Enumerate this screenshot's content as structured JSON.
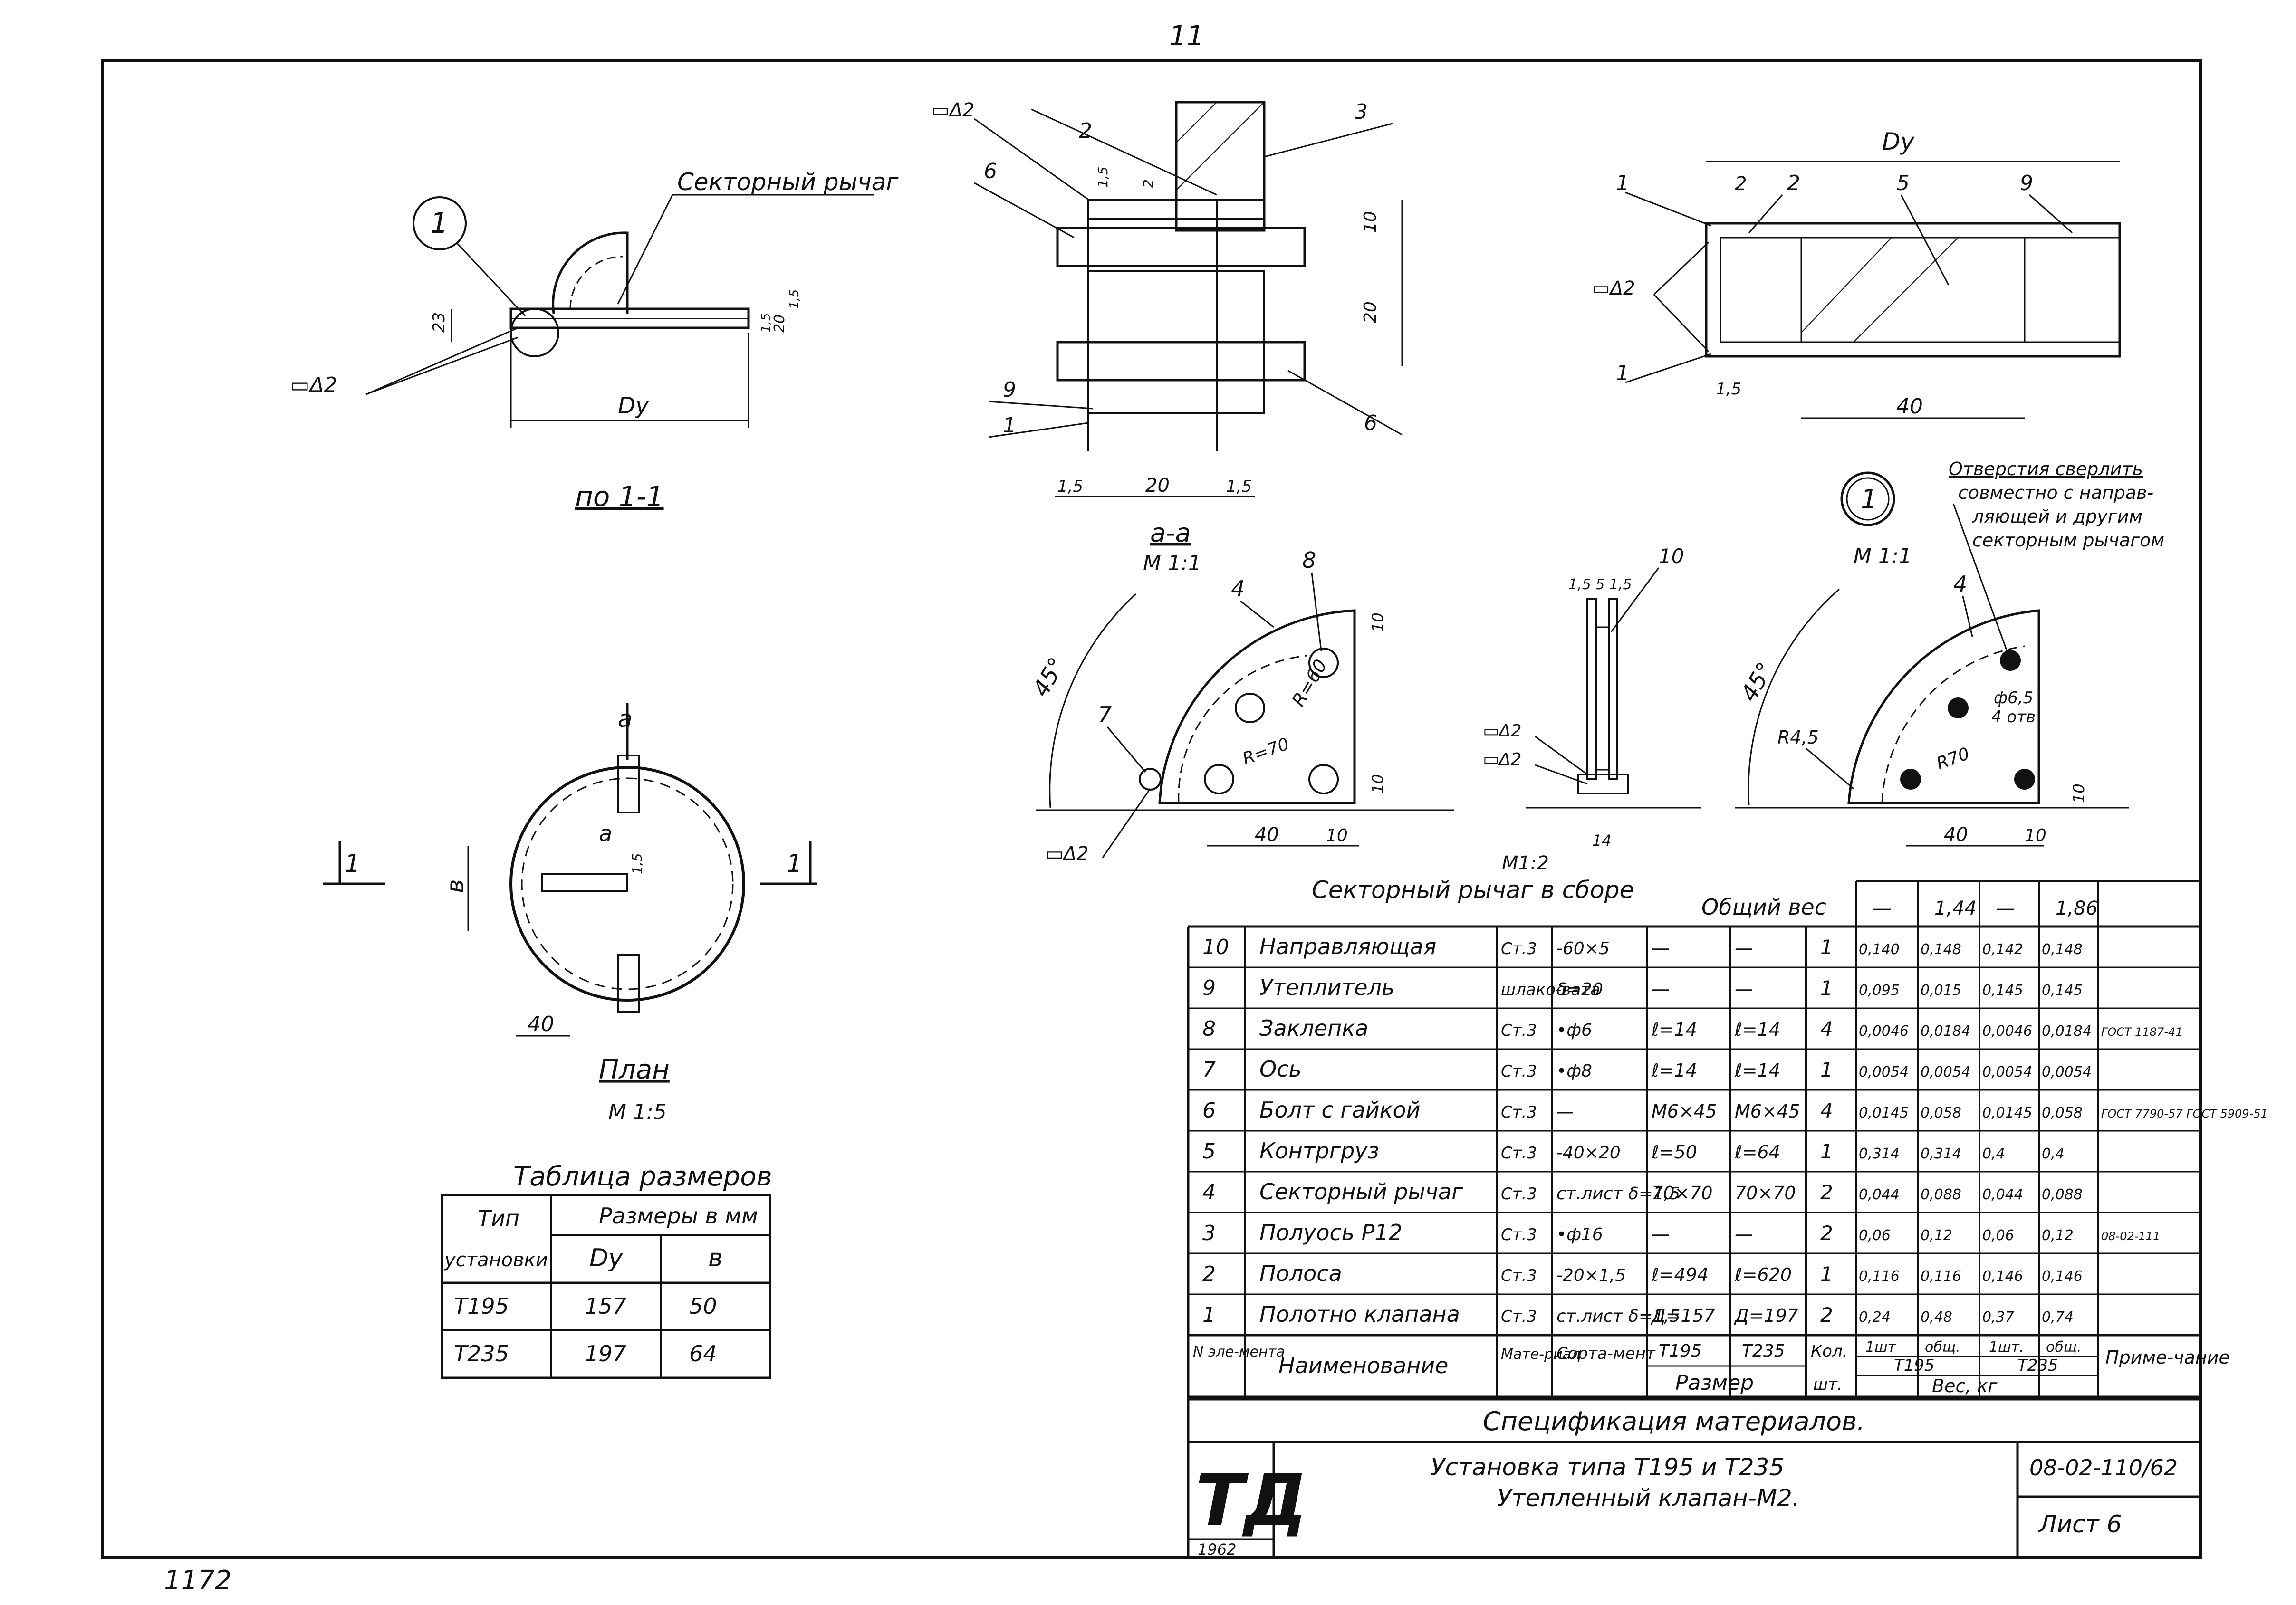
{
  "sheet": {
    "page_number": "11",
    "footer_handwritten": "1172",
    "drawing_code": "08-02-110/62",
    "sheet_label": "Лист 6",
    "title_line1": "Установка типа Т195 и Т235",
    "title_line2": "Утепленный клапан-М2.",
    "spec_title": "Спецификация материалов.",
    "logo": "ТД",
    "year": "1962"
  },
  "views": {
    "section_1_1": {
      "title": "по 1-1",
      "lever_label": "Секторный рычаг",
      "callout": "1",
      "weld": "▭Δ2",
      "dim_du": "Dу",
      "dim_23": "23",
      "dim_20": "20",
      "dim_15a": "1,5",
      "dim_15b": "1,5"
    },
    "detail_bolt": {
      "weld": "▭Δ2",
      "label_2": "2",
      "label_3": "3",
      "label_6a": "6",
      "label_6b": "6",
      "label_9": "9",
      "label_1": "1",
      "dim_10": "10",
      "dim_20v": "20",
      "dim_15l": "1,5",
      "dim_20h": "20",
      "dim_15r": "1,5",
      "dim_15t": "1,5",
      "dim_2": "2"
    },
    "detail_panel": {
      "dim_du": "Dу",
      "label_1a": "1",
      "label_1b": "1",
      "label_2a": "2",
      "label_2b": "2",
      "label_5": "5",
      "label_9": "9",
      "weld": "▭Δ2",
      "dim_15": "1,5",
      "dim_40": "40"
    },
    "plan": {
      "title": "План",
      "scale": "М 1:5",
      "cut_1a": "1",
      "cut_1b": "1",
      "cut_a1": "а",
      "cut_a2": "а",
      "dim_v": "в",
      "dim_40": "40",
      "dim_15": "1,5"
    },
    "section_aa": {
      "title": "а-а",
      "scale": "М 1:1",
      "label_4": "4",
      "label_8": "8",
      "label_7": "7",
      "angle": "45°",
      "r60": "R=60",
      "r70": "R=70",
      "dim_10a": "10",
      "dim_10b": "10",
      "dim_40": "40",
      "dim_10c": "10",
      "weld": "▭Δ2"
    },
    "side_view": {
      "label_10": "10",
      "dims_top": "1,5  5  1,5",
      "weld1": "▭Δ2",
      "weld2": "▭Δ2",
      "dim_14": "14",
      "scale": "М1:2"
    },
    "detail_1": {
      "callout": "1",
      "scale": "М 1:1",
      "note": [
        "Отверстия сверлить",
        "совместно с направ-",
        "ляющей и другим",
        "секторным рычагом"
      ],
      "label_4": "4",
      "angle": "45°",
      "r45": "R4,5",
      "r70": "R70",
      "holes": "ф6,5",
      "holes_count": "4 отв",
      "dim_40": "40",
      "dim_10a": "10",
      "dim_10b": "10"
    }
  },
  "size_table": {
    "title": "Таблица размеров",
    "h_type1": "Тип",
    "h_type2": "установки",
    "h_sizes": "Размеры в мм",
    "h_du": "Dу",
    "h_v": "в",
    "rows": [
      {
        "type": "Т195",
        "du": "157",
        "v": "50"
      },
      {
        "type": "Т235",
        "du": "197",
        "v": "64"
      }
    ]
  },
  "spec": {
    "assembly_label": "Секторный рычаг в сборе",
    "total_label": "Общий вес",
    "totals": [
      "—",
      "1,44",
      "—",
      "1,86"
    ],
    "rows": [
      {
        "n": "10",
        "name": "Направляющая",
        "mat": "Ст.3",
        "sort": "-60×5",
        "s195": "—",
        "s235": "—",
        "qty": "1",
        "w1": "0,140",
        "w2": "0,148",
        "w3": "0,142",
        "w4": "0,148",
        "note": ""
      },
      {
        "n": "9",
        "name": "Утеплитель",
        "mat": "шлако-вата",
        "sort": "δ=20",
        "s195": "—",
        "s235": "—",
        "qty": "1",
        "w1": "0,095",
        "w2": "0,015",
        "w3": "0,145",
        "w4": "0,145",
        "note": ""
      },
      {
        "n": "8",
        "name": "Заклепка",
        "mat": "Ст.3",
        "sort": "•ф6",
        "s195": "ℓ=14",
        "s235": "ℓ=14",
        "qty": "4",
        "w1": "0,0046",
        "w2": "0,0184",
        "w3": "0,0046",
        "w4": "0,0184",
        "note": "ГОСТ 1187-41"
      },
      {
        "n": "7",
        "name": "Ось",
        "mat": "Ст.3",
        "sort": "•ф8",
        "s195": "ℓ=14",
        "s235": "ℓ=14",
        "qty": "1",
        "w1": "0,0054",
        "w2": "0,0054",
        "w3": "0,0054",
        "w4": "0,0054",
        "note": ""
      },
      {
        "n": "6",
        "name": "Болт с гайкой",
        "mat": "Ст.3",
        "sort": "—",
        "s195": "М6×45",
        "s235": "М6×45",
        "qty": "4",
        "w1": "0,0145",
        "w2": "0,058",
        "w3": "0,0145",
        "w4": "0,058",
        "note": "ГОСТ 7790-57 ГОСТ 5909-51"
      },
      {
        "n": "5",
        "name": "Контргруз",
        "mat": "Ст.3",
        "sort": "-40×20",
        "s195": "ℓ=50",
        "s235": "ℓ=64",
        "qty": "1",
        "w1": "0,314",
        "w2": "0,314",
        "w3": "0,4",
        "w4": "0,4",
        "note": ""
      },
      {
        "n": "4",
        "name": "Секторный рычаг",
        "mat": "Ст.3",
        "sort": "ст.лист δ=1,5",
        "s195": "70×70",
        "s235": "70×70",
        "qty": "2",
        "w1": "0,044",
        "w2": "0,088",
        "w3": "0,044",
        "w4": "0,088",
        "note": ""
      },
      {
        "n": "3",
        "name": "Полуось Р12",
        "mat": "Ст.3",
        "sort": "•ф16",
        "s195": "—",
        "s235": "—",
        "qty": "2",
        "w1": "0,06",
        "w2": "0,12",
        "w3": "0,06",
        "w4": "0,12",
        "note": "08-02-111"
      },
      {
        "n": "2",
        "name": "Полоса",
        "mat": "Ст.3",
        "sort": "-20×1,5",
        "s195": "ℓ=494",
        "s235": "ℓ=620",
        "qty": "1",
        "w1": "0,116",
        "w2": "0,116",
        "w3": "0,146",
        "w4": "0,146",
        "note": ""
      },
      {
        "n": "1",
        "name": "Полотно клапана",
        "mat": "Ст.3",
        "sort": "ст.лист δ=1,5",
        "s195": "Д=157",
        "s235": "Д=197",
        "qty": "2",
        "w1": "0,24",
        "w2": "0,48",
        "w3": "0,37",
        "w4": "0,74",
        "note": ""
      }
    ],
    "header": {
      "n": "N эле-мента",
      "name": "Наименование",
      "mat": "Мате-риал",
      "sort": "Сорта-мент",
      "t195": "Т195",
      "t235": "Т235",
      "size": "Размер",
      "qty1": "Кол.",
      "qty2": "шт.",
      "one1": "1шт",
      "all1": "общ.",
      "one2": "1шт.",
      "all2": "общ.",
      "w195": "Т195",
      "w235": "Т235",
      "weight": "Вес, кг",
      "note": "Приме-чание"
    }
  }
}
